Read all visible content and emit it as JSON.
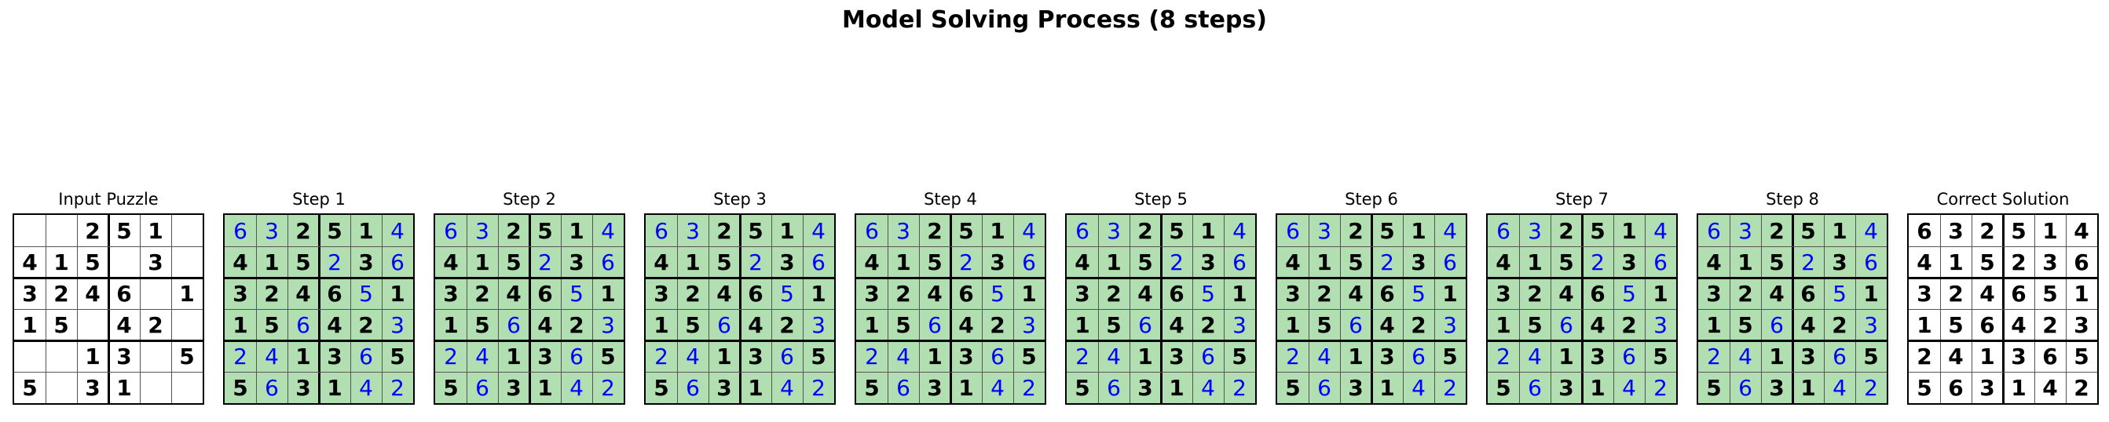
{
  "title": "Model Solving Process (8 steps)",
  "colors": {
    "predicted_text": "#0000ff",
    "filled_background": "#b2dfb2",
    "given_text": "#000000"
  },
  "input": {
    "label": "Input Puzzle",
    "grid": [
      [
        0,
        0,
        2,
        5,
        1,
        0
      ],
      [
        4,
        1,
        5,
        0,
        3,
        0
      ],
      [
        3,
        2,
        4,
        6,
        0,
        1
      ],
      [
        1,
        5,
        0,
        4,
        2,
        0
      ],
      [
        0,
        0,
        1,
        3,
        0,
        5
      ],
      [
        5,
        0,
        3,
        1,
        0,
        0
      ]
    ]
  },
  "steps": [
    {
      "label": "Step 1",
      "grid": [
        [
          6,
          3,
          2,
          5,
          1,
          4
        ],
        [
          4,
          1,
          5,
          2,
          3,
          6
        ],
        [
          3,
          2,
          4,
          6,
          5,
          1
        ],
        [
          1,
          5,
          6,
          4,
          2,
          3
        ],
        [
          2,
          4,
          1,
          3,
          6,
          5
        ],
        [
          5,
          6,
          3,
          1,
          4,
          2
        ]
      ]
    },
    {
      "label": "Step 2",
      "grid": [
        [
          6,
          3,
          2,
          5,
          1,
          4
        ],
        [
          4,
          1,
          5,
          2,
          3,
          6
        ],
        [
          3,
          2,
          4,
          6,
          5,
          1
        ],
        [
          1,
          5,
          6,
          4,
          2,
          3
        ],
        [
          2,
          4,
          1,
          3,
          6,
          5
        ],
        [
          5,
          6,
          3,
          1,
          4,
          2
        ]
      ]
    },
    {
      "label": "Step 3",
      "grid": [
        [
          6,
          3,
          2,
          5,
          1,
          4
        ],
        [
          4,
          1,
          5,
          2,
          3,
          6
        ],
        [
          3,
          2,
          4,
          6,
          5,
          1
        ],
        [
          1,
          5,
          6,
          4,
          2,
          3
        ],
        [
          2,
          4,
          1,
          3,
          6,
          5
        ],
        [
          5,
          6,
          3,
          1,
          4,
          2
        ]
      ]
    },
    {
      "label": "Step 4",
      "grid": [
        [
          6,
          3,
          2,
          5,
          1,
          4
        ],
        [
          4,
          1,
          5,
          2,
          3,
          6
        ],
        [
          3,
          2,
          4,
          6,
          5,
          1
        ],
        [
          1,
          5,
          6,
          4,
          2,
          3
        ],
        [
          2,
          4,
          1,
          3,
          6,
          5
        ],
        [
          5,
          6,
          3,
          1,
          4,
          2
        ]
      ]
    },
    {
      "label": "Step 5",
      "grid": [
        [
          6,
          3,
          2,
          5,
          1,
          4
        ],
        [
          4,
          1,
          5,
          2,
          3,
          6
        ],
        [
          3,
          2,
          4,
          6,
          5,
          1
        ],
        [
          1,
          5,
          6,
          4,
          2,
          3
        ],
        [
          2,
          4,
          1,
          3,
          6,
          5
        ],
        [
          5,
          6,
          3,
          1,
          4,
          2
        ]
      ]
    },
    {
      "label": "Step 6",
      "grid": [
        [
          6,
          3,
          2,
          5,
          1,
          4
        ],
        [
          4,
          1,
          5,
          2,
          3,
          6
        ],
        [
          3,
          2,
          4,
          6,
          5,
          1
        ],
        [
          1,
          5,
          6,
          4,
          2,
          3
        ],
        [
          2,
          4,
          1,
          3,
          6,
          5
        ],
        [
          5,
          6,
          3,
          1,
          4,
          2
        ]
      ]
    },
    {
      "label": "Step 7",
      "grid": [
        [
          6,
          3,
          2,
          5,
          1,
          4
        ],
        [
          4,
          1,
          5,
          2,
          3,
          6
        ],
        [
          3,
          2,
          4,
          6,
          5,
          1
        ],
        [
          1,
          5,
          6,
          4,
          2,
          3
        ],
        [
          2,
          4,
          1,
          3,
          6,
          5
        ],
        [
          5,
          6,
          3,
          1,
          4,
          2
        ]
      ]
    },
    {
      "label": "Step 8",
      "grid": [
        [
          6,
          3,
          2,
          5,
          1,
          4
        ],
        [
          4,
          1,
          5,
          2,
          3,
          6
        ],
        [
          3,
          2,
          4,
          6,
          5,
          1
        ],
        [
          1,
          5,
          6,
          4,
          2,
          3
        ],
        [
          2,
          4,
          1,
          3,
          6,
          5
        ],
        [
          5,
          6,
          3,
          1,
          4,
          2
        ]
      ]
    }
  ],
  "solution": {
    "label": "Correct Solution",
    "grid": [
      [
        6,
        3,
        2,
        5,
        1,
        4
      ],
      [
        4,
        1,
        5,
        2,
        3,
        6
      ],
      [
        3,
        2,
        4,
        6,
        5,
        1
      ],
      [
        1,
        5,
        6,
        4,
        2,
        3
      ],
      [
        2,
        4,
        1,
        3,
        6,
        5
      ],
      [
        5,
        6,
        3,
        1,
        4,
        2
      ]
    ]
  }
}
